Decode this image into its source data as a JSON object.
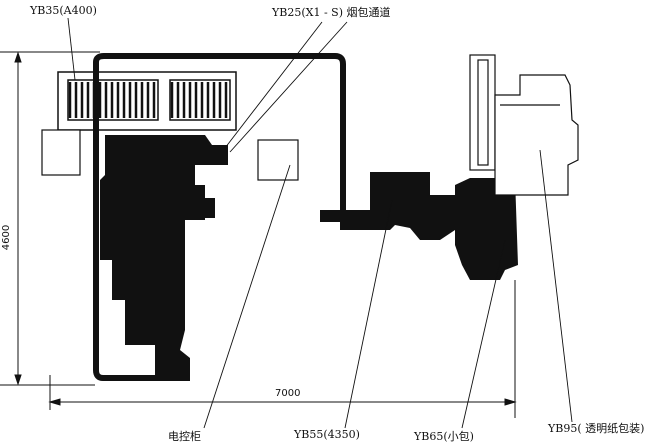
{
  "labels": {
    "yb35": "YB35(A400)",
    "yb25": "YB25(X1 - S) 烟包通道",
    "cabinet": "电控柜",
    "yb55": "YB55(4350)",
    "yb65": "YB65(小包)",
    "yb95": "YB95( 透明纸包装)"
  },
  "dimensions": {
    "height": "4600",
    "width": "7000"
  }
}
